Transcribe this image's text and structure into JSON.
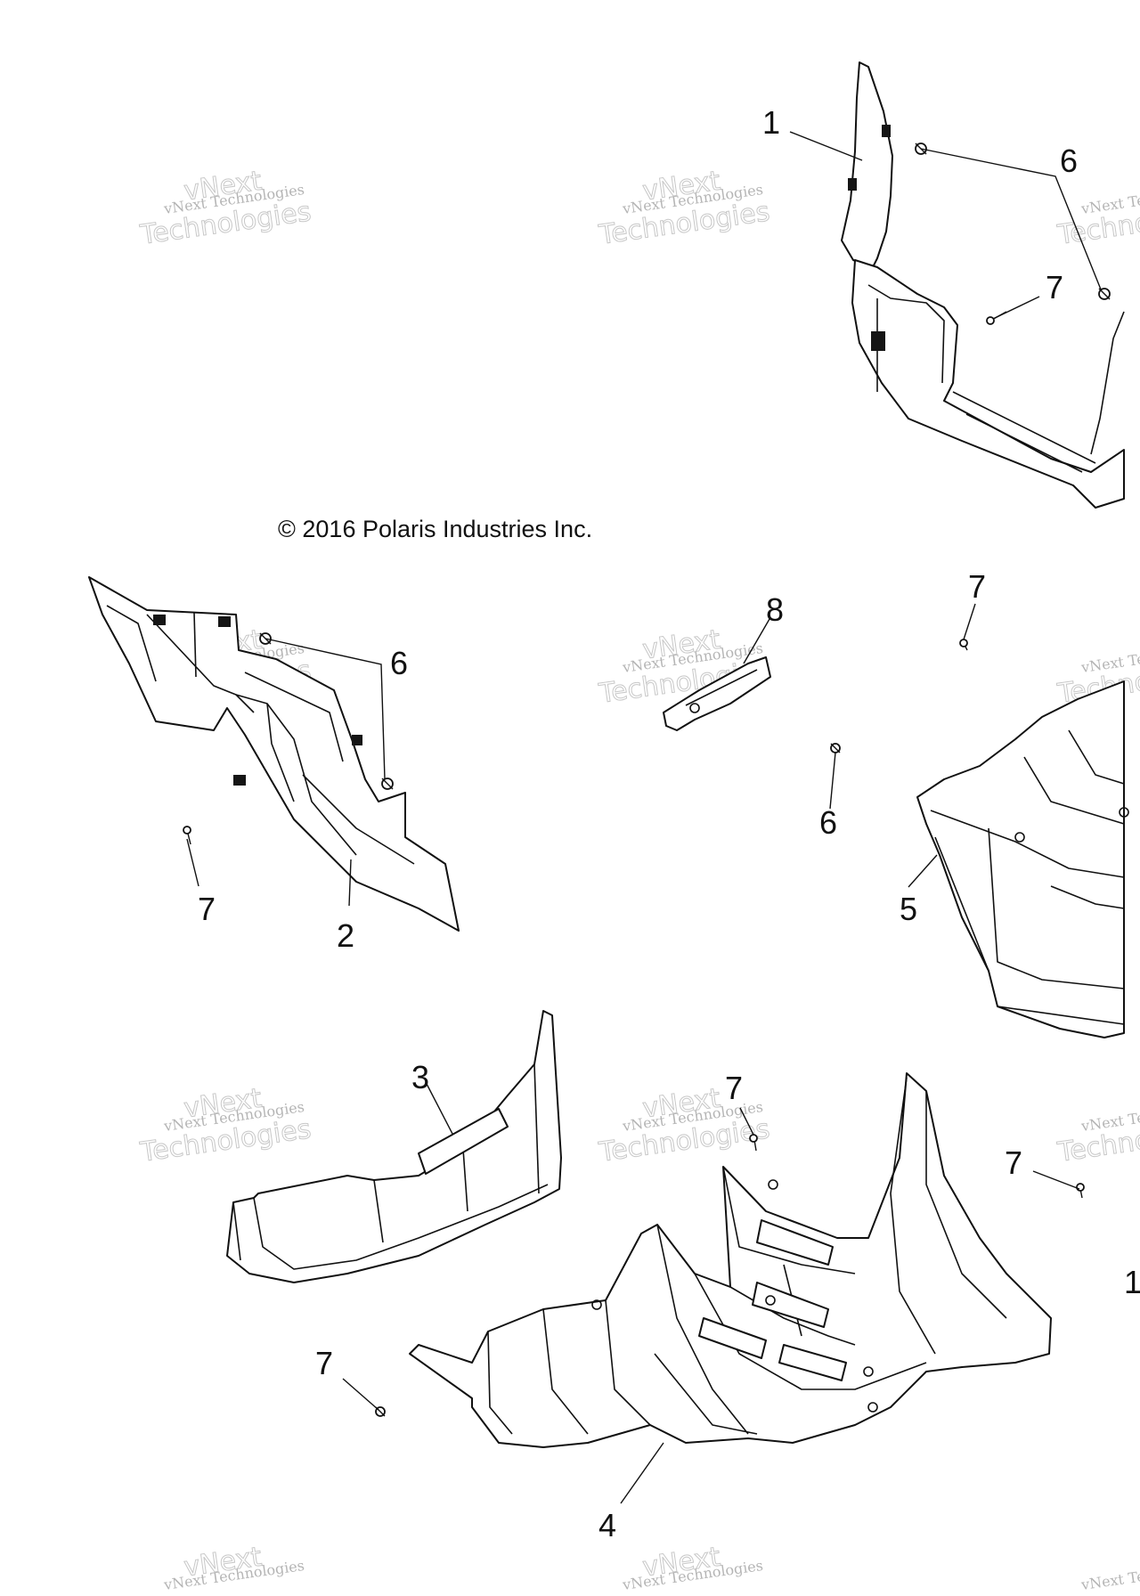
{
  "copyright": "© 2016 Polaris Industries Inc.",
  "watermark": {
    "line1": "vNext Technologies",
    "line2": "Technologies",
    "line3": "vNext"
  },
  "callouts": {
    "c1": "1",
    "c6a": "6",
    "c7a": "7",
    "c6b": "6",
    "c7b": "7",
    "c2": "2",
    "c8": "8",
    "c7c": "7",
    "c6c": "6",
    "c5": "5",
    "c3": "3",
    "c7d": "7",
    "c7e": "7",
    "c7f": "7",
    "c4": "4",
    "c1partial": "1"
  },
  "colors": {
    "line": "#111111",
    "watermark": "#b5b5b5",
    "background": "#ffffff"
  },
  "icons": {
    "fastener": "push-rivet-icon",
    "screw": "screw-icon"
  }
}
